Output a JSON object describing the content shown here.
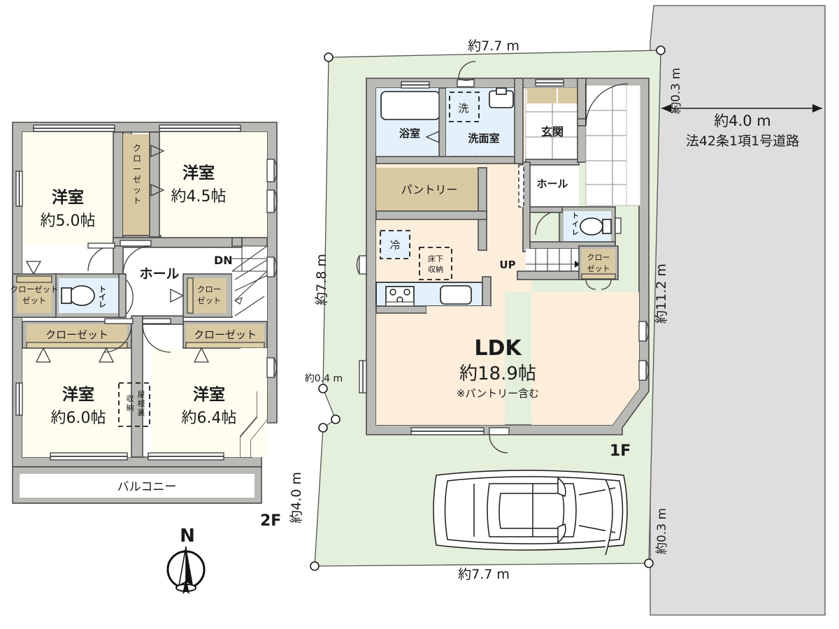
{
  "floors": {
    "second": {
      "label": "2F",
      "rooms": [
        {
          "name": "洋室",
          "size": "約5.0帖"
        },
        {
          "name": "洋室",
          "size": "約4.5帖"
        },
        {
          "name": "洋室",
          "size": "約6.0帖"
        },
        {
          "name": "洋室",
          "size": "約6.4帖"
        }
      ],
      "hall": "ホール",
      "stairs_down": "DN",
      "toilet": "トイレ",
      "balcony": "バルコニー",
      "attic_storage": "屋根裏収納",
      "closets": [
        {
          "label": "クローゼット"
        },
        {
          "label": "クローゼット"
        },
        {
          "label": "クローゼット"
        },
        {
          "label": "クローゼット"
        },
        {
          "label": "クローゼット"
        },
        {
          "label": "クローゼット"
        }
      ]
    },
    "first": {
      "label": "1F",
      "ldk_name": "LDK",
      "ldk_size": "約18.9帖",
      "ldk_note": "※パントリー含む",
      "bath": "浴室",
      "washroom": "洗面室",
      "washer": "洗",
      "entrance": "玄関",
      "hall": "ホール",
      "toilet": "トイレ",
      "pantry": "パントリー",
      "fridge": "冷",
      "under_floor_storage": "床下収納",
      "stairs_up": "UP",
      "closet": "クローゼット"
    }
  },
  "compass": {
    "north_label": "N"
  },
  "dimensions": {
    "top": "約7.7 m",
    "bottom": "約7.7 m",
    "left_upper": "約7.8 m",
    "left_notch": "約0.4 m",
    "left_lower": "約4.0 m",
    "right_upper_gap": "約0.3 m",
    "right_main": "約11.2 m",
    "right_lower_gap": "約0.3 m",
    "road_width": "約4.0 m",
    "road_type": "法42条1項1号道路"
  },
  "colors": {
    "site_green": "#E4EFDC",
    "road_grey": "#DEDEDE",
    "ldk_cream": "#FDEEDC",
    "bedroom_ivory": "#FFFDF0",
    "wet_blue": "#E4F1FB",
    "closet_tan": "#D9C9A3",
    "wall_grey": "#B9BAB5"
  }
}
